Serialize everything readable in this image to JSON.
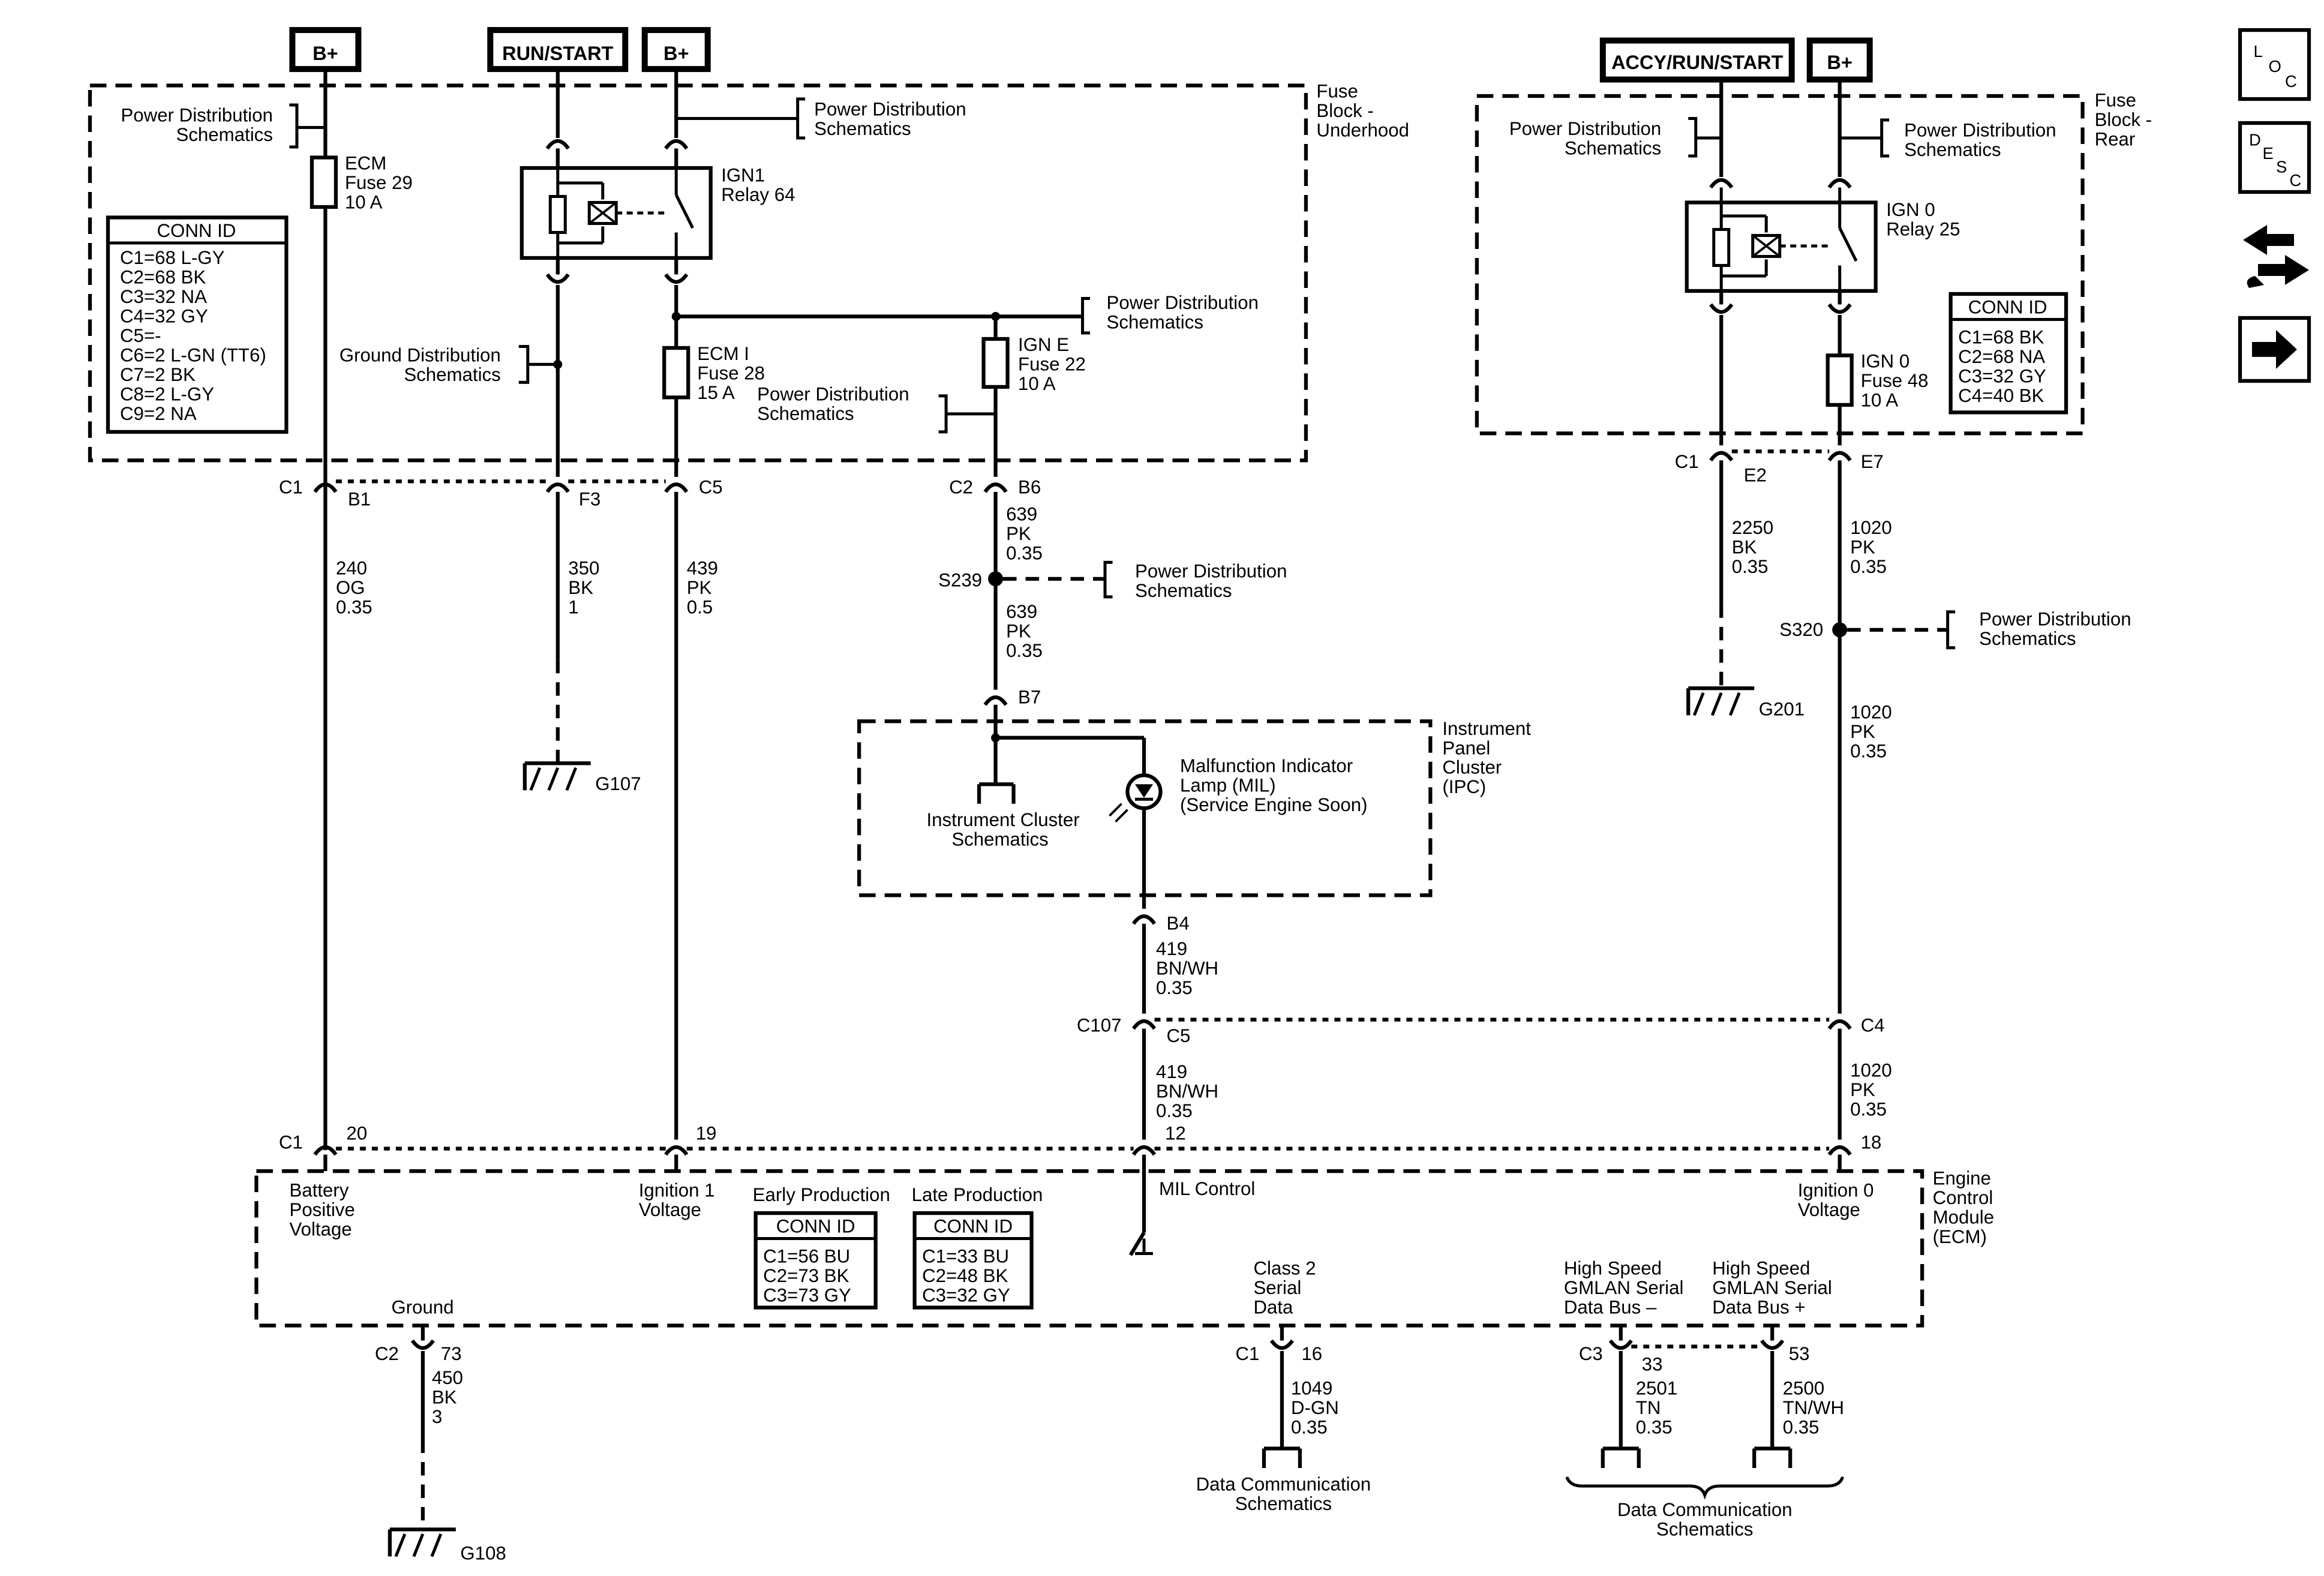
{
  "top_labels": {
    "bplus_left": "B+",
    "run_start": "RUN/START",
    "bplus_mid": "B+",
    "accy_run_start": "ACCY/RUN/START",
    "bplus_right": "B+"
  },
  "side_icons": {
    "loc": [
      "L",
      "O",
      "C"
    ],
    "desc": [
      "D",
      "E",
      "S",
      "C"
    ]
  },
  "fuse_block_underhood": {
    "title": [
      "Fuse",
      "Block -",
      "Underhood"
    ],
    "power_dist_1": [
      "Power Distribution",
      "Schematics"
    ],
    "power_dist_2": [
      "Power Distribution",
      "Schematics"
    ],
    "power_dist_3": [
      "Power Distribution",
      "Schematics"
    ],
    "power_dist_4": [
      "Power Distribution",
      "Schematics"
    ],
    "ground_dist": [
      "Ground Distribution",
      "Schematics"
    ],
    "ecm_fuse": [
      "ECM",
      "Fuse 29",
      "10 A"
    ],
    "ign1_relay": [
      "IGN1",
      "Relay 64"
    ],
    "ecm_i_fuse": [
      "ECM I",
      "Fuse 28",
      "15 A"
    ],
    "ign_e_fuse": [
      "IGN E",
      "Fuse 22",
      "10 A"
    ],
    "conn_id": {
      "title": "CONN ID",
      "rows": [
        "C1=68 L-GY",
        "C2=68 BK",
        "C3=32 NA",
        "C4=32 GY",
        "C5=-",
        "C6=2 L-GN (TT6)",
        "C7=2 BK",
        "C8=2 L-GY",
        "C9=2 NA"
      ]
    }
  },
  "fuse_block_rear": {
    "title": [
      "Fuse",
      "Block -",
      "Rear"
    ],
    "power_dist_1": [
      "Power Distribution",
      "Schematics"
    ],
    "power_dist_2": [
      "Power Distribution",
      "Schematics"
    ],
    "ign0_relay": [
      "IGN 0",
      "Relay 25"
    ],
    "ign0_fuse": [
      "IGN 0",
      "Fuse 48",
      "10 A"
    ],
    "conn_id": {
      "title": "CONN ID",
      "rows": [
        "C1=68 BK",
        "C2=68 NA",
        "C3=32 GY",
        "C4=40 BK"
      ]
    }
  },
  "connectors": {
    "c1": "C1",
    "b1": "B1",
    "f3": "F3",
    "c5": "C5",
    "c2": "C2",
    "b6": "B6",
    "b7": "B7",
    "b4": "B4",
    "c107": "C107",
    "c5b": "C5",
    "c4": "C4",
    "c1r": "C1",
    "e2": "E2",
    "e7": "E7",
    "ecm_c1": "C1",
    "pin20": "20",
    "pin19": "19",
    "pin12": "12",
    "pin18": "18",
    "c2_73": "C2",
    "pin73": "73",
    "c1_16": "C1",
    "pin16": "16",
    "c3_33": "C3",
    "pin33": "33",
    "pin53": "53"
  },
  "wires": {
    "w240": [
      "240",
      "OG",
      "0.35"
    ],
    "w350": [
      "350",
      "BK",
      "1"
    ],
    "w439": [
      "439",
      "PK",
      "0.5"
    ],
    "w639a": [
      "639",
      "PK",
      "0.35"
    ],
    "w639b": [
      "639",
      "PK",
      "0.35"
    ],
    "w419a": [
      "419",
      "BN/WH",
      "0.35"
    ],
    "w419b": [
      "419",
      "BN/WH",
      "0.35"
    ],
    "w2250": [
      "2250",
      "BK",
      "0.35"
    ],
    "w1020a": [
      "1020",
      "PK",
      "0.35"
    ],
    "w1020b": [
      "1020",
      "PK",
      "0.35"
    ],
    "w1020c": [
      "1020",
      "PK",
      "0.35"
    ],
    "w450": [
      "450",
      "BK",
      "3"
    ],
    "w1049": [
      "1049",
      "D-GN",
      "0.35"
    ],
    "w2501": [
      "2501",
      "TN",
      "0.35"
    ],
    "w2500": [
      "2500",
      "TN/WH",
      "0.35"
    ]
  },
  "splices": {
    "s239": "S239",
    "s320": "S320",
    "pd_s239": [
      "Power Distribution",
      "Schematics"
    ],
    "pd_s320": [
      "Power Distribution",
      "Schematics"
    ]
  },
  "grounds": {
    "g107": "G107",
    "g201": "G201",
    "g108": "G108"
  },
  "ipc": {
    "title": [
      "Instrument",
      "Panel",
      "Cluster",
      "(IPC)"
    ],
    "mil": [
      "Malfunction Indicator",
      "Lamp (MIL)",
      "(Service Engine Soon)"
    ],
    "cluster_schem": [
      "Instrument Cluster",
      "Schematics"
    ]
  },
  "ecm": {
    "title": [
      "Engine",
      "Control",
      "Module",
      "(ECM)"
    ],
    "battery": [
      "Battery",
      "Positive",
      "Voltage"
    ],
    "ign1": [
      "Ignition 1",
      "Voltage"
    ],
    "mil_control": "MIL Control",
    "ign0": [
      "Ignition 0",
      "Voltage"
    ],
    "ground": "Ground",
    "class2": [
      "Class 2",
      "Serial",
      "Data"
    ],
    "hs_minus": [
      "High Speed",
      "GMLAN Serial",
      "Data Bus –"
    ],
    "hs_plus": [
      "High Speed",
      "GMLAN Serial",
      "Data Bus +"
    ],
    "early": {
      "heading": "Early Production",
      "title": "CONN ID",
      "rows": [
        "C1=56 BU",
        "C2=73 BK",
        "C3=73 GY"
      ]
    },
    "late": {
      "heading": "Late Production",
      "title": "CONN ID",
      "rows": [
        "C1=33 BU",
        "C2=48 BK",
        "C3=32 GY"
      ]
    }
  },
  "data_comm_1": [
    "Data Communication",
    "Schematics"
  ],
  "data_comm_2": [
    "Data Communication",
    "Schematics"
  ]
}
